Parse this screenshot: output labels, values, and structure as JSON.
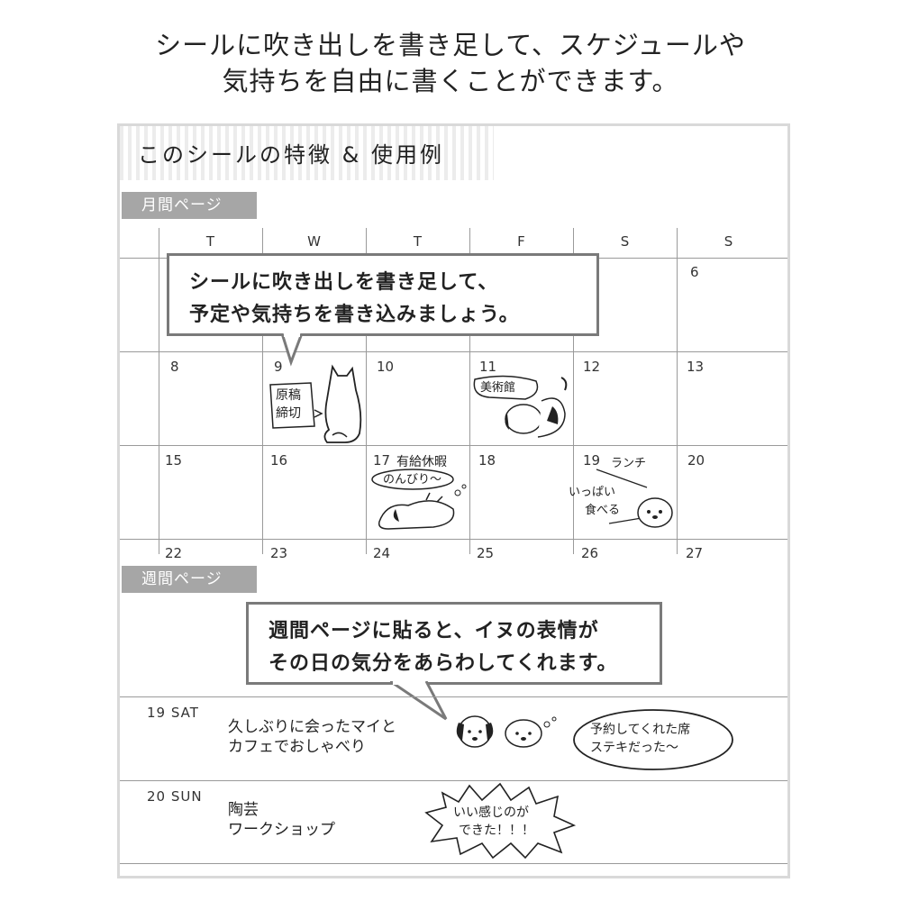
{
  "intro": {
    "line1": "シールに吹き出しを書き足して、スケジュールや",
    "line2": "気持ちを自由に書くことができます。"
  },
  "panel_title": "このシールの特徴 & 使用例",
  "monthly": {
    "tab_label": "月間ページ",
    "days": [
      "T",
      "W",
      "T",
      "F",
      "S",
      "S"
    ],
    "row1_sat": "6",
    "row2": [
      "8",
      "9",
      "10",
      "11",
      "12",
      "13"
    ],
    "row3": [
      "15",
      "16",
      "17",
      "18",
      "19",
      "20"
    ],
    "row4": [
      "22",
      "23",
      "24",
      "25",
      "26",
      "27"
    ],
    "callout_line1": "シールに吹き出しを書き足して、",
    "callout_line2": "予定や気持ちを書き込みましょう。",
    "note_9_line1": "原稿",
    "note_9_line2": "締切",
    "note_11": "美術館",
    "note_17_title": "有給休暇",
    "note_17_bubble": "のんびり〜",
    "note_19_title": "ランチ",
    "note_19_line1": "いっぱい",
    "note_19_line2": "食べる"
  },
  "weekly": {
    "tab_label": "週間ページ",
    "callout_line1": "週間ページに貼ると、イヌの表情が",
    "callout_line2": "その日の気分をあらわしてくれます。",
    "sat_label": "19  SAT",
    "sat_note_line1": "久しぶりに会ったマイと",
    "sat_note_line2": "カフェでおしゃべり",
    "sat_bubble_line1": "予約してくれた席",
    "sat_bubble_line2": "ステキだった〜",
    "sun_label": "20  SUN",
    "sun_note_line1": "陶芸",
    "sun_note_line2": "ワークショップ",
    "sun_bubble_line1": "いい感じのが",
    "sun_bubble_line2": "できた！！！"
  }
}
